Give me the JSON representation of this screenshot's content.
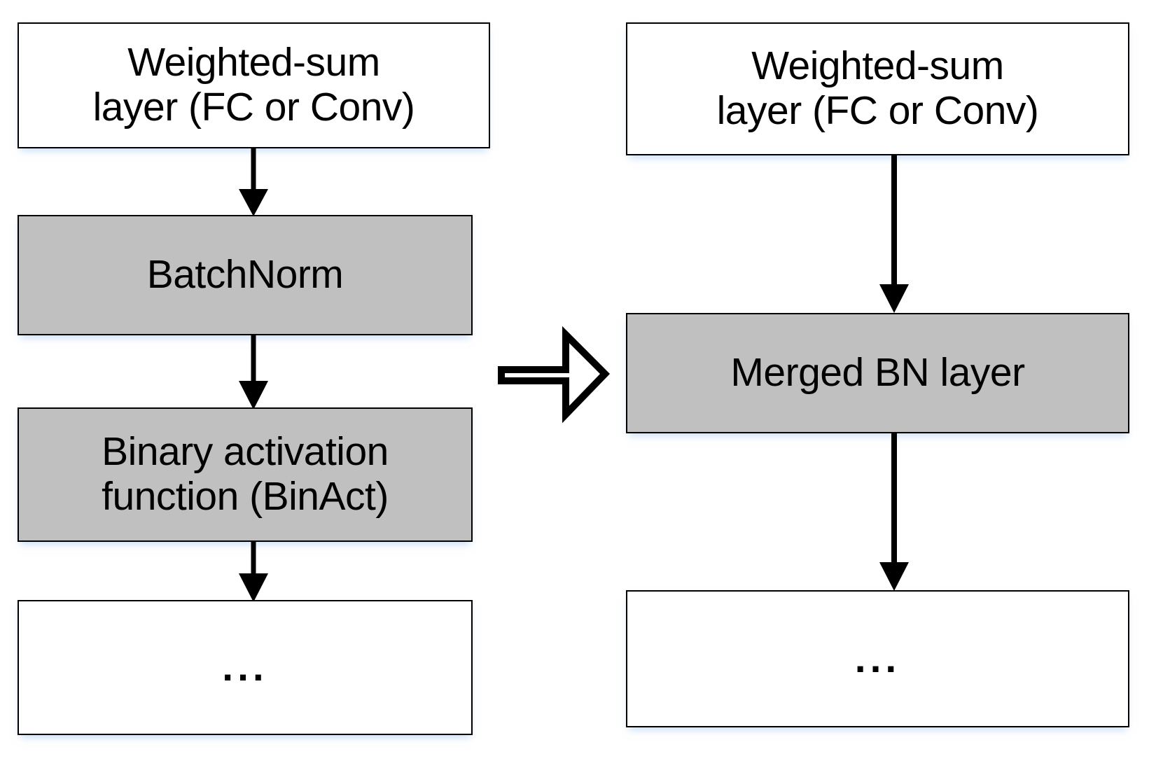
{
  "diagram": {
    "title": "BatchNorm and binary activation merged into a single BN layer",
    "type": "flowchart",
    "colors": {
      "box_fill_white": "#ffffff",
      "box_fill_gray": "#c0c0c0",
      "stroke": "#000000",
      "shadow": "#96bee b"
    },
    "left_column": {
      "name": "before-merge",
      "nodes": [
        {
          "id": "left-weighted-sum",
          "label": "Weighted-sum\nlayer (FC or Conv)",
          "fill": "white"
        },
        {
          "id": "left-batchnorm",
          "label": "BatchNorm",
          "fill": "gray"
        },
        {
          "id": "left-binact",
          "label": "Binary activation\nfunction (BinAct)",
          "fill": "gray"
        },
        {
          "id": "left-ellipsis",
          "label": "...",
          "fill": "white"
        }
      ]
    },
    "right_column": {
      "name": "after-merge",
      "nodes": [
        {
          "id": "right-weighted-sum",
          "label": "Weighted-sum\nlayer (FC or Conv)",
          "fill": "white"
        },
        {
          "id": "right-merged-bn",
          "label": "Merged BN layer",
          "fill": "gray"
        },
        {
          "id": "right-ellipsis",
          "label": "...",
          "fill": "white"
        }
      ]
    },
    "transform_arrow": {
      "id": "merge-arrow",
      "direction": "right",
      "style": "hollow-block-arrow"
    }
  }
}
